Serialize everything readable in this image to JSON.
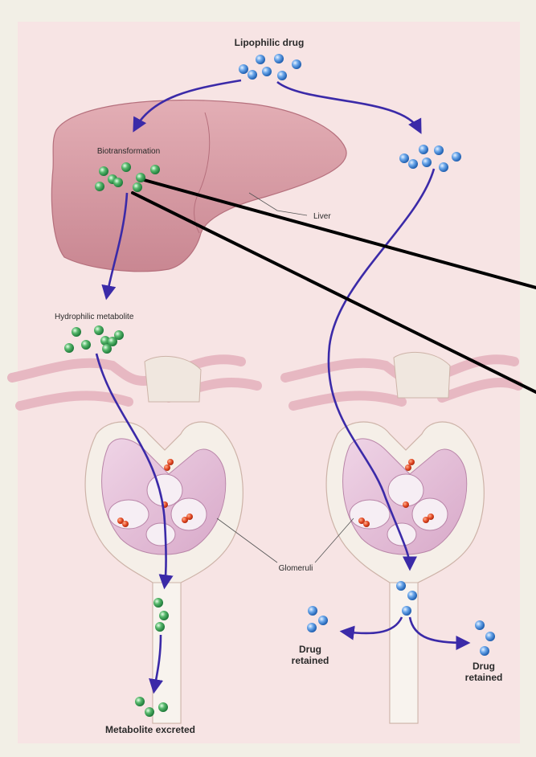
{
  "labels": {
    "lipophilic_drug": "Lipophilic drug",
    "biotransformation": "Biotransformation",
    "liver": "Liver",
    "hydrophilic_metabolite": "Hydrophilic metabolite",
    "glomeruli": "Glomeruli",
    "drug_retained_left": [
      "Drug",
      "retained"
    ],
    "drug_retained_right": [
      "Drug",
      "retained"
    ],
    "metabolite_excreted": "Metabolite excreted"
  },
  "colors": {
    "background": "#f2efe6",
    "panel": "#f7e4e4",
    "liver": "#d99aa3",
    "arrow": "#3b2aa8",
    "drug_molecule": "#4f8fd8",
    "metabolite_molecule": "#3fa35a",
    "blood_cell": "#e0431e",
    "pointer_line": "#000000"
  },
  "icons": {
    "drug": "blue-sphere-icon",
    "metabolite": "green-sphere-icon"
  }
}
